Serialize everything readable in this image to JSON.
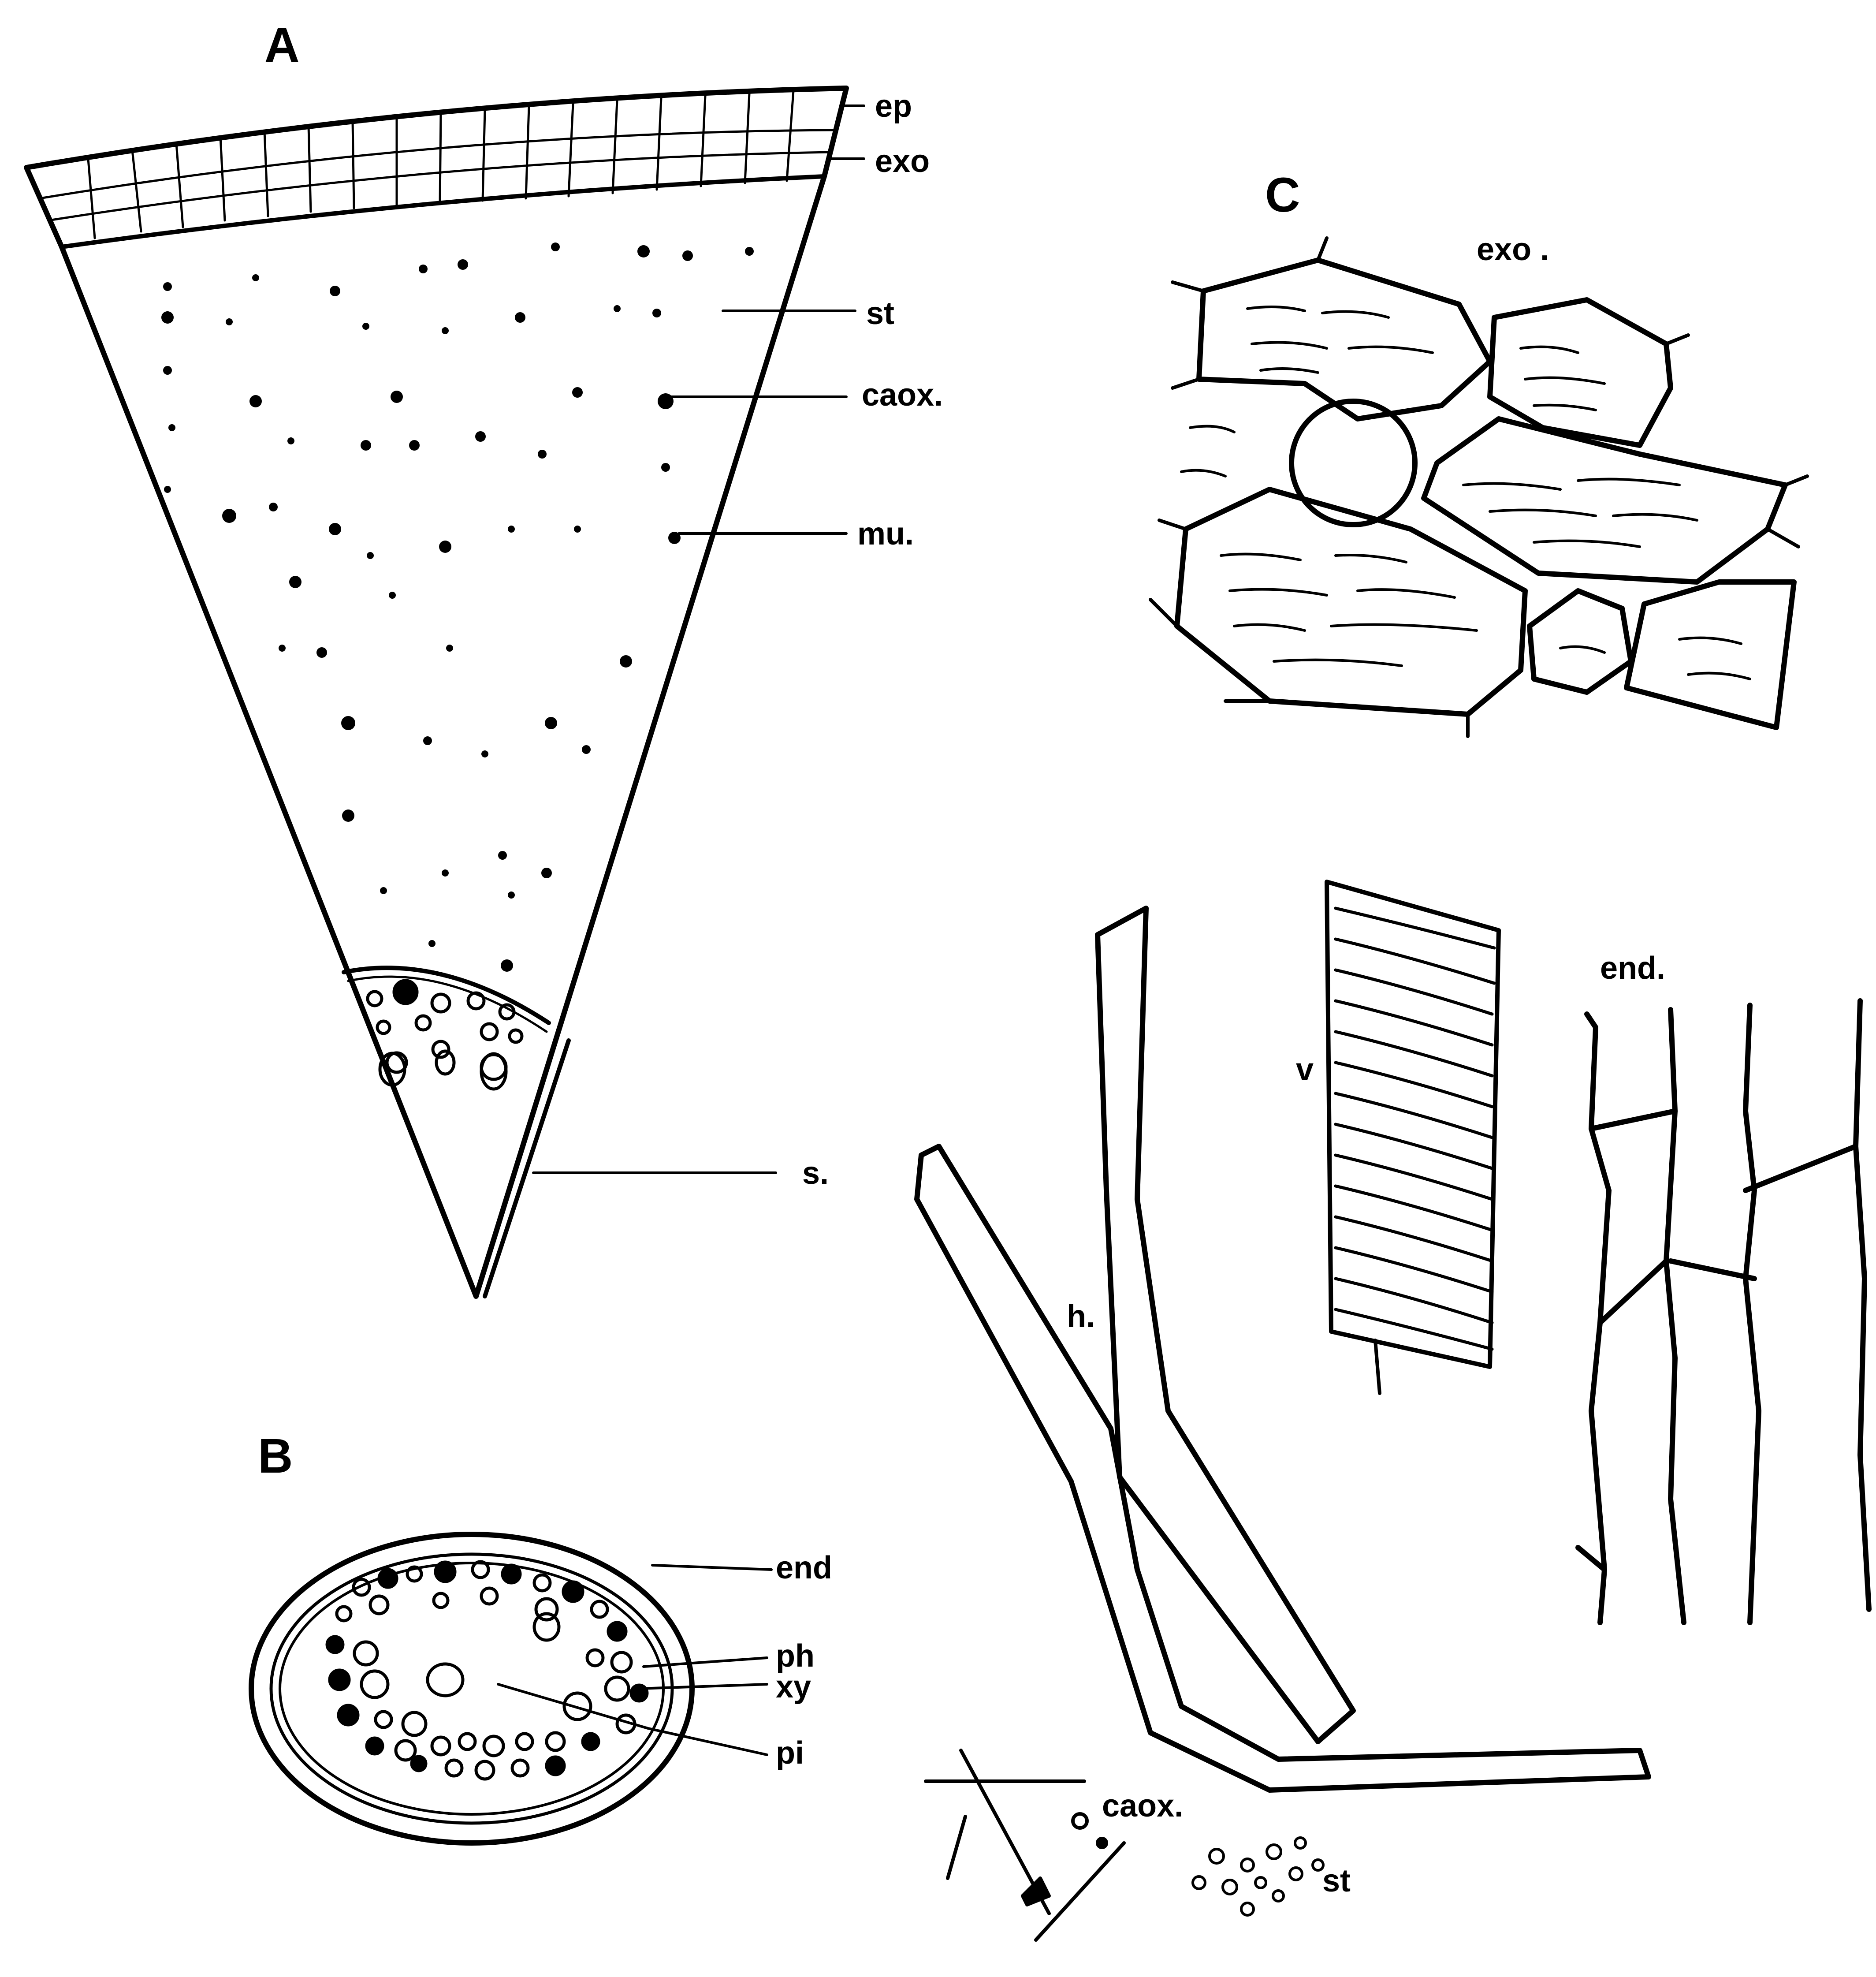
{
  "panels": {
    "a": {
      "letter": "A"
    },
    "b": {
      "letter": "B"
    },
    "c": {
      "letter": "C"
    }
  },
  "labels": {
    "ep": "ep",
    "exo": "exo",
    "st": "st",
    "caox": "caox.",
    "mu": "mu.",
    "s": "s.",
    "exo_c": "exo .",
    "end_b": "end",
    "ph": "ph",
    "xy": "xy",
    "pi": "pi",
    "v": "v",
    "end_d": "end.",
    "h": "h.",
    "caox_d": "caox.",
    "st_d": "st"
  }
}
